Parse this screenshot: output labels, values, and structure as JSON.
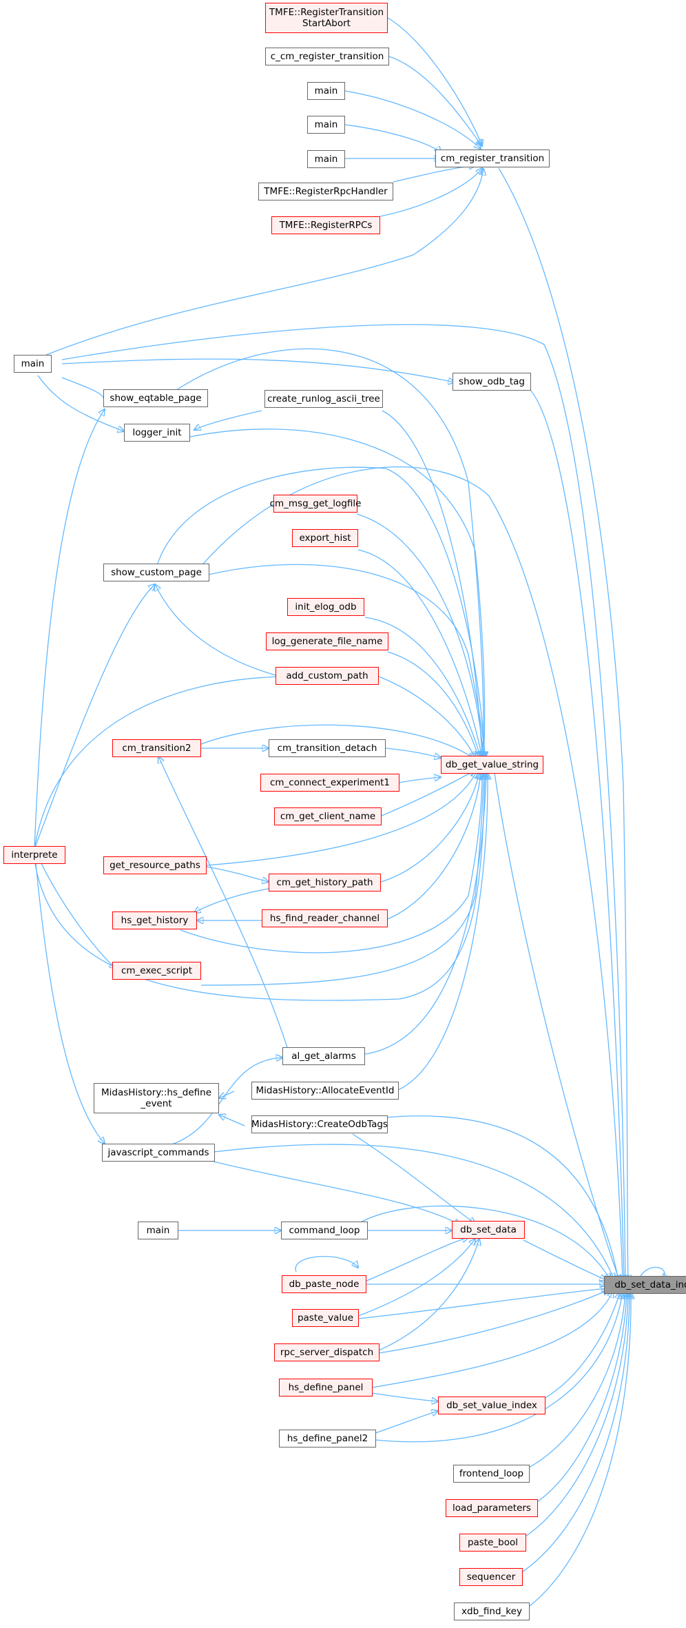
{
  "nodes": [
    {
      "id": "n_focus",
      "label": "db_set_data_index",
      "style": "focus"
    },
    {
      "id": "n_tmfe_rtsa",
      "label": "TMFE::RegisterTransition\nStartAbort",
      "style": "red"
    },
    {
      "id": "n_c_cm_rt",
      "label": "c_cm_register_transition",
      "style": "normal"
    },
    {
      "id": "n_main_a",
      "label": "main",
      "style": "normal"
    },
    {
      "id": "n_main_b",
      "label": "main",
      "style": "normal"
    },
    {
      "id": "n_main_c",
      "label": "main",
      "style": "normal"
    },
    {
      "id": "n_tmfe_rrh",
      "label": "TMFE::RegisterRpcHandler",
      "style": "normal"
    },
    {
      "id": "n_tmfe_rrpc",
      "label": "TMFE::RegisterRPCs",
      "style": "red"
    },
    {
      "id": "n_cm_rt",
      "label": "cm_register_transition",
      "style": "normal"
    },
    {
      "id": "n_main_d",
      "label": "main",
      "style": "normal"
    },
    {
      "id": "n_show_eq",
      "label": "show_eqtable_page",
      "style": "normal"
    },
    {
      "id": "n_show_odb",
      "label": "show_odb_tag",
      "style": "normal"
    },
    {
      "id": "n_create_rl",
      "label": "create_runlog_ascii_tree",
      "style": "normal"
    },
    {
      "id": "n_logger_init",
      "label": "logger_init",
      "style": "normal"
    },
    {
      "id": "n_cm_msg_lf",
      "label": "cm_msg_get_logfile",
      "style": "red"
    },
    {
      "id": "n_export_hist",
      "label": "export_hist",
      "style": "red"
    },
    {
      "id": "n_show_custom",
      "label": "show_custom_page",
      "style": "normal"
    },
    {
      "id": "n_init_elog",
      "label": "init_elog_odb",
      "style": "red"
    },
    {
      "id": "n_log_gen",
      "label": "log_generate_file_name",
      "style": "red"
    },
    {
      "id": "n_add_custom",
      "label": "add_custom_path",
      "style": "red"
    },
    {
      "id": "n_cm_trans2",
      "label": "cm_transition2",
      "style": "red"
    },
    {
      "id": "n_cm_td",
      "label": "cm_transition_detach",
      "style": "normal"
    },
    {
      "id": "n_db_gvs",
      "label": "db_get_value_string",
      "style": "red"
    },
    {
      "id": "n_cm_ce1",
      "label": "cm_connect_experiment1",
      "style": "red"
    },
    {
      "id": "n_cm_gcn",
      "label": "cm_get_client_name",
      "style": "red"
    },
    {
      "id": "n_interprete",
      "label": "interprete",
      "style": "red"
    },
    {
      "id": "n_get_res",
      "label": "get_resource_paths",
      "style": "red"
    },
    {
      "id": "n_cm_ghp",
      "label": "cm_get_history_path",
      "style": "red"
    },
    {
      "id": "n_hs_get_hist",
      "label": "hs_get_history",
      "style": "red"
    },
    {
      "id": "n_hs_frc",
      "label": "hs_find_reader_channel",
      "style": "red"
    },
    {
      "id": "n_cm_exec",
      "label": "cm_exec_script",
      "style": "red"
    },
    {
      "id": "n_al_get",
      "label": "al_get_alarms",
      "style": "normal"
    },
    {
      "id": "n_mh_hsde",
      "label": "MidasHistory::hs_define\n_event",
      "style": "normal"
    },
    {
      "id": "n_mh_aeid",
      "label": "MidasHistory::AllocateEventId",
      "style": "normal"
    },
    {
      "id": "n_mh_cot",
      "label": "MidasHistory::CreateOdbTags",
      "style": "normal"
    },
    {
      "id": "n_js_cmds",
      "label": "javascript_commands",
      "style": "normal"
    },
    {
      "id": "n_main_e",
      "label": "main",
      "style": "normal"
    },
    {
      "id": "n_cmd_loop",
      "label": "command_loop",
      "style": "normal"
    },
    {
      "id": "n_db_sd",
      "label": "db_set_data",
      "style": "red"
    },
    {
      "id": "n_db_pn",
      "label": "db_paste_node",
      "style": "red"
    },
    {
      "id": "n_paste_val",
      "label": "paste_value",
      "style": "red"
    },
    {
      "id": "n_rpc_sd",
      "label": "rpc_server_dispatch",
      "style": "red"
    },
    {
      "id": "n_hs_dp",
      "label": "hs_define_panel",
      "style": "red"
    },
    {
      "id": "n_db_svi",
      "label": "db_set_value_index",
      "style": "red"
    },
    {
      "id": "n_hs_dp2",
      "label": "hs_define_panel2",
      "style": "normal"
    },
    {
      "id": "n_fe_loop",
      "label": "frontend_loop",
      "style": "normal"
    },
    {
      "id": "n_load_par",
      "label": "load_parameters",
      "style": "red"
    },
    {
      "id": "n_paste_bool",
      "label": "paste_bool",
      "style": "red"
    },
    {
      "id": "n_seq",
      "label": "sequencer",
      "style": "red"
    },
    {
      "id": "n_xdb_fk",
      "label": "xdb_find_key",
      "style": "normal"
    }
  ]
}
